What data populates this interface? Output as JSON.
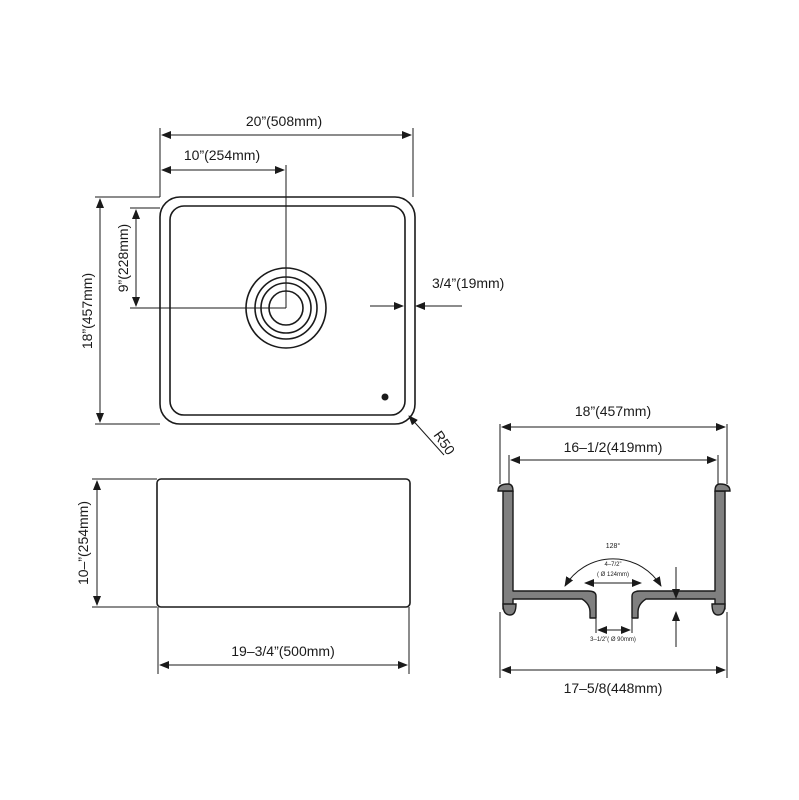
{
  "top_view": {
    "width_label": "20”(508mm)",
    "drain_offset_label": "10”(254mm)",
    "drain_depth_label": "9”(228mm)",
    "depth_label": "18”(457mm)",
    "wall_label": "3/4”(19mm)",
    "radius_label": "R50"
  },
  "front_view": {
    "height_label": "10–”(254mm)",
    "width_label": "19–3/4”(500mm)"
  },
  "section_view": {
    "outer_top_label": "18”(457mm)",
    "inner_label": "16–1/2(419mm)",
    "angle_label": "128°",
    "flange_label": "4–7/2”",
    "flange_mm_label": "( Ø 124mm)",
    "drain_label": "3–1/2”( Ø 90mm)",
    "bottom_label": "17–5/8(448mm)"
  },
  "colors": {
    "line": "#1a1a1a",
    "sink_body": "#808080",
    "background": "#ffffff"
  }
}
